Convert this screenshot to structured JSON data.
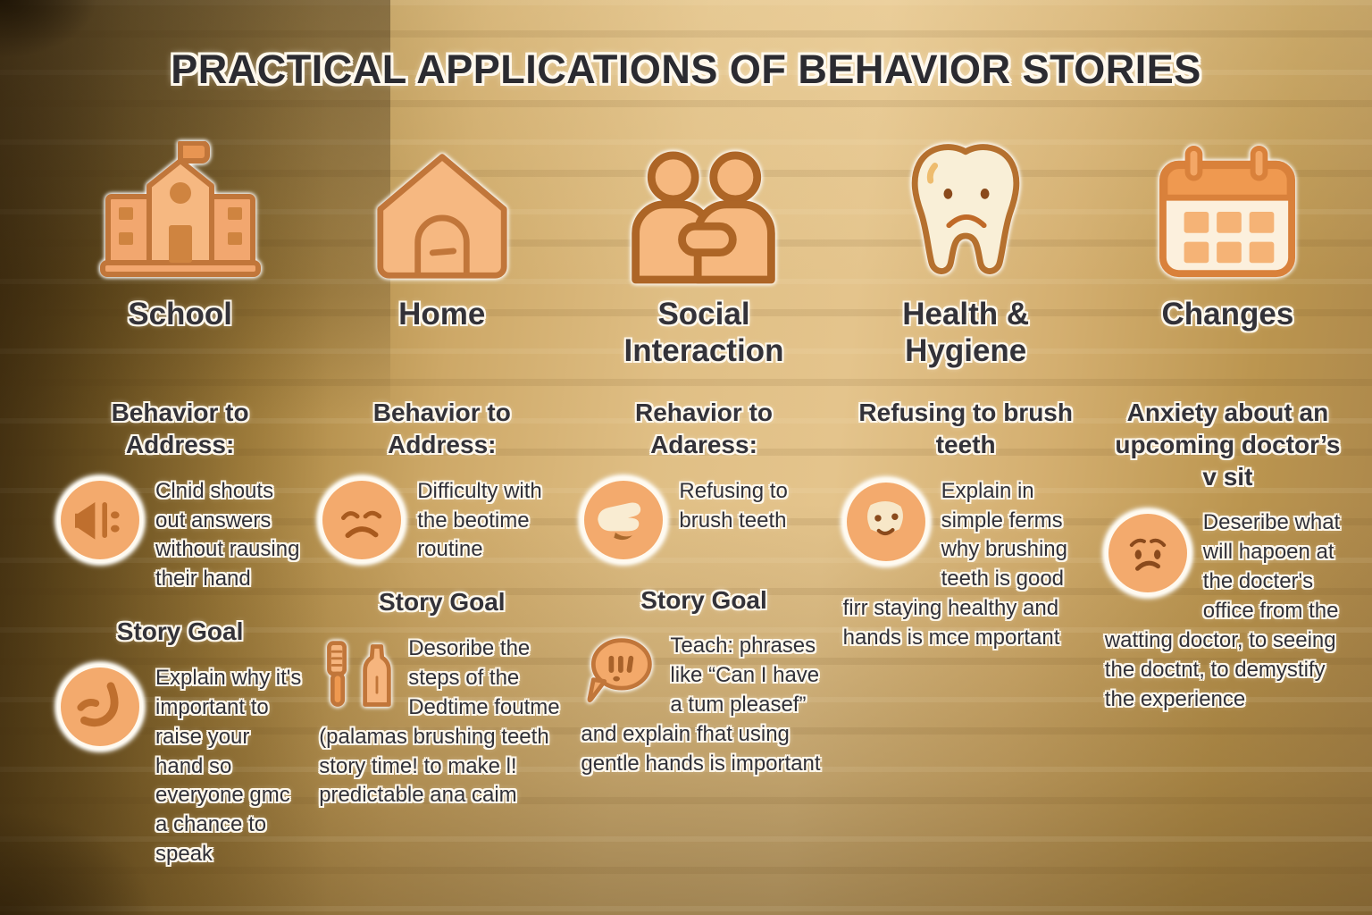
{
  "title": "PRACTICAL APPLICATIONS OF BEHAVIOR STORIES",
  "colors": {
    "accent_orange": "#ef9950",
    "icon_outline": "#c1763a",
    "bubble_fill": "#f3aa6d",
    "text": "#2e2d33",
    "background_gold": "#d9b478",
    "background_dark_left": "#3a2a10"
  },
  "columns": [
    {
      "title": "School",
      "icon": "school-building-icon",
      "sections": [
        {
          "heading": "Behavior to Address:",
          "icon": "speaker-icon",
          "text": "Clnid shouts out answers without rausing their hand"
        },
        {
          "heading": "Story Goal",
          "icon": "raised-hand-icon",
          "text": "Explain why it's important to raise your hand so everyone gmc a chance to speak"
        }
      ]
    },
    {
      "title": "Home",
      "icon": "house-icon",
      "sections": [
        {
          "heading": "Behavior to Address:",
          "icon": "sad-face-icon",
          "text": "Difficulty with the beotime routine"
        },
        {
          "heading": "Story Goal",
          "icon": "toothbrush-bottle-icon",
          "text": "Desoribe the steps of the Dedtime foutme (palamas brushing teeth story time! to make l! predictable ana caim"
        }
      ]
    },
    {
      "title": "Social Interaction",
      "icon": "two-people-icon",
      "sections": [
        {
          "heading": "Rehavior to Adaress:",
          "icon": "open-hand-icon",
          "text": "Refusing to brush teeth"
        },
        {
          "heading": "Story Goal",
          "icon": "speech-bubble-icon",
          "text": "Teach: phrases like “Can I have a tum pleasef” and explain fhat using gentle hands is important"
        }
      ]
    },
    {
      "title": "Health & Hygiene",
      "icon": "sad-tooth-icon",
      "sections": [
        {
          "heading": "Refusing to brush teeth",
          "icon": "smiley-face-icon",
          "text": "Explain in simple ferms why brushing teeth is good firr staying healthy and hands is mce mportant"
        }
      ]
    },
    {
      "title": "Changes",
      "icon": "calendar-icon",
      "sections": [
        {
          "heading": "Anxiety about an upcoming doctor’s v sit",
          "icon": "worried-face-icon",
          "text": "Deseribe what will hapoen at the docter's office from the watting doctor, to seeing the doctnt, to demystify the experience"
        }
      ]
    }
  ]
}
